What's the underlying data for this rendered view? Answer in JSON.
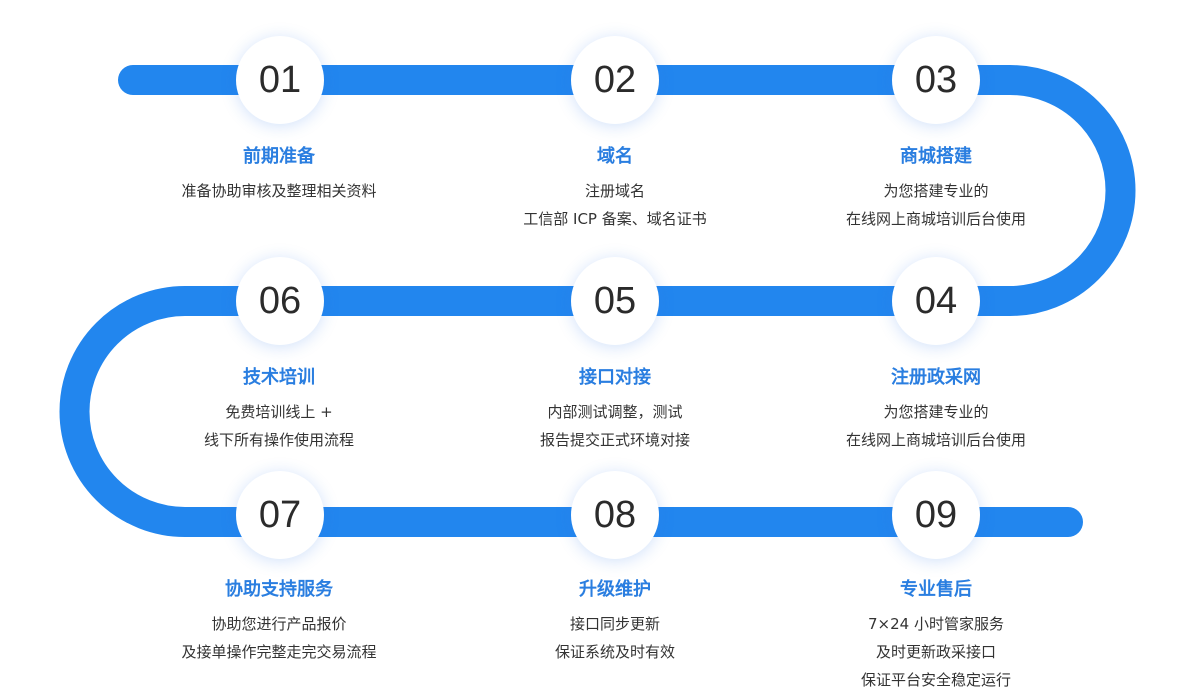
{
  "colors": {
    "track": "#2286ee",
    "title": "#2a7ee0",
    "text": "#333333"
  },
  "steps": [
    {
      "number": "01",
      "title": "前期准备",
      "lines": [
        "准备协助审核及整理相关资料"
      ]
    },
    {
      "number": "02",
      "title": "域名",
      "lines": [
        "注册域名",
        "工信部 ICP 备案、域名证书"
      ]
    },
    {
      "number": "03",
      "title": "商城搭建",
      "lines": [
        "为您搭建专业的",
        "在线网上商城培训后台使用"
      ]
    },
    {
      "number": "04",
      "title": "注册政采网",
      "lines": [
        "为您搭建专业的",
        "在线网上商城培训后台使用"
      ]
    },
    {
      "number": "05",
      "title": "接口对接",
      "lines": [
        "内部测试调整，测试",
        "报告提交正式环境对接"
      ]
    },
    {
      "number": "06",
      "title": "技术培训",
      "lines": [
        "免费培训线上 +",
        "线下所有操作使用流程"
      ]
    },
    {
      "number": "07",
      "title": "协助支持服务",
      "lines": [
        "协助您进行产品报价",
        "及接单操作完整走完交易流程"
      ]
    },
    {
      "number": "08",
      "title": "升级维护",
      "lines": [
        "接口同步更新",
        "保证系统及时有效"
      ]
    },
    {
      "number": "09",
      "title": "专业售后",
      "lines": [
        "7×24 小时管家服务",
        "及时更新政采接口",
        "保证平台安全稳定运行"
      ]
    }
  ]
}
